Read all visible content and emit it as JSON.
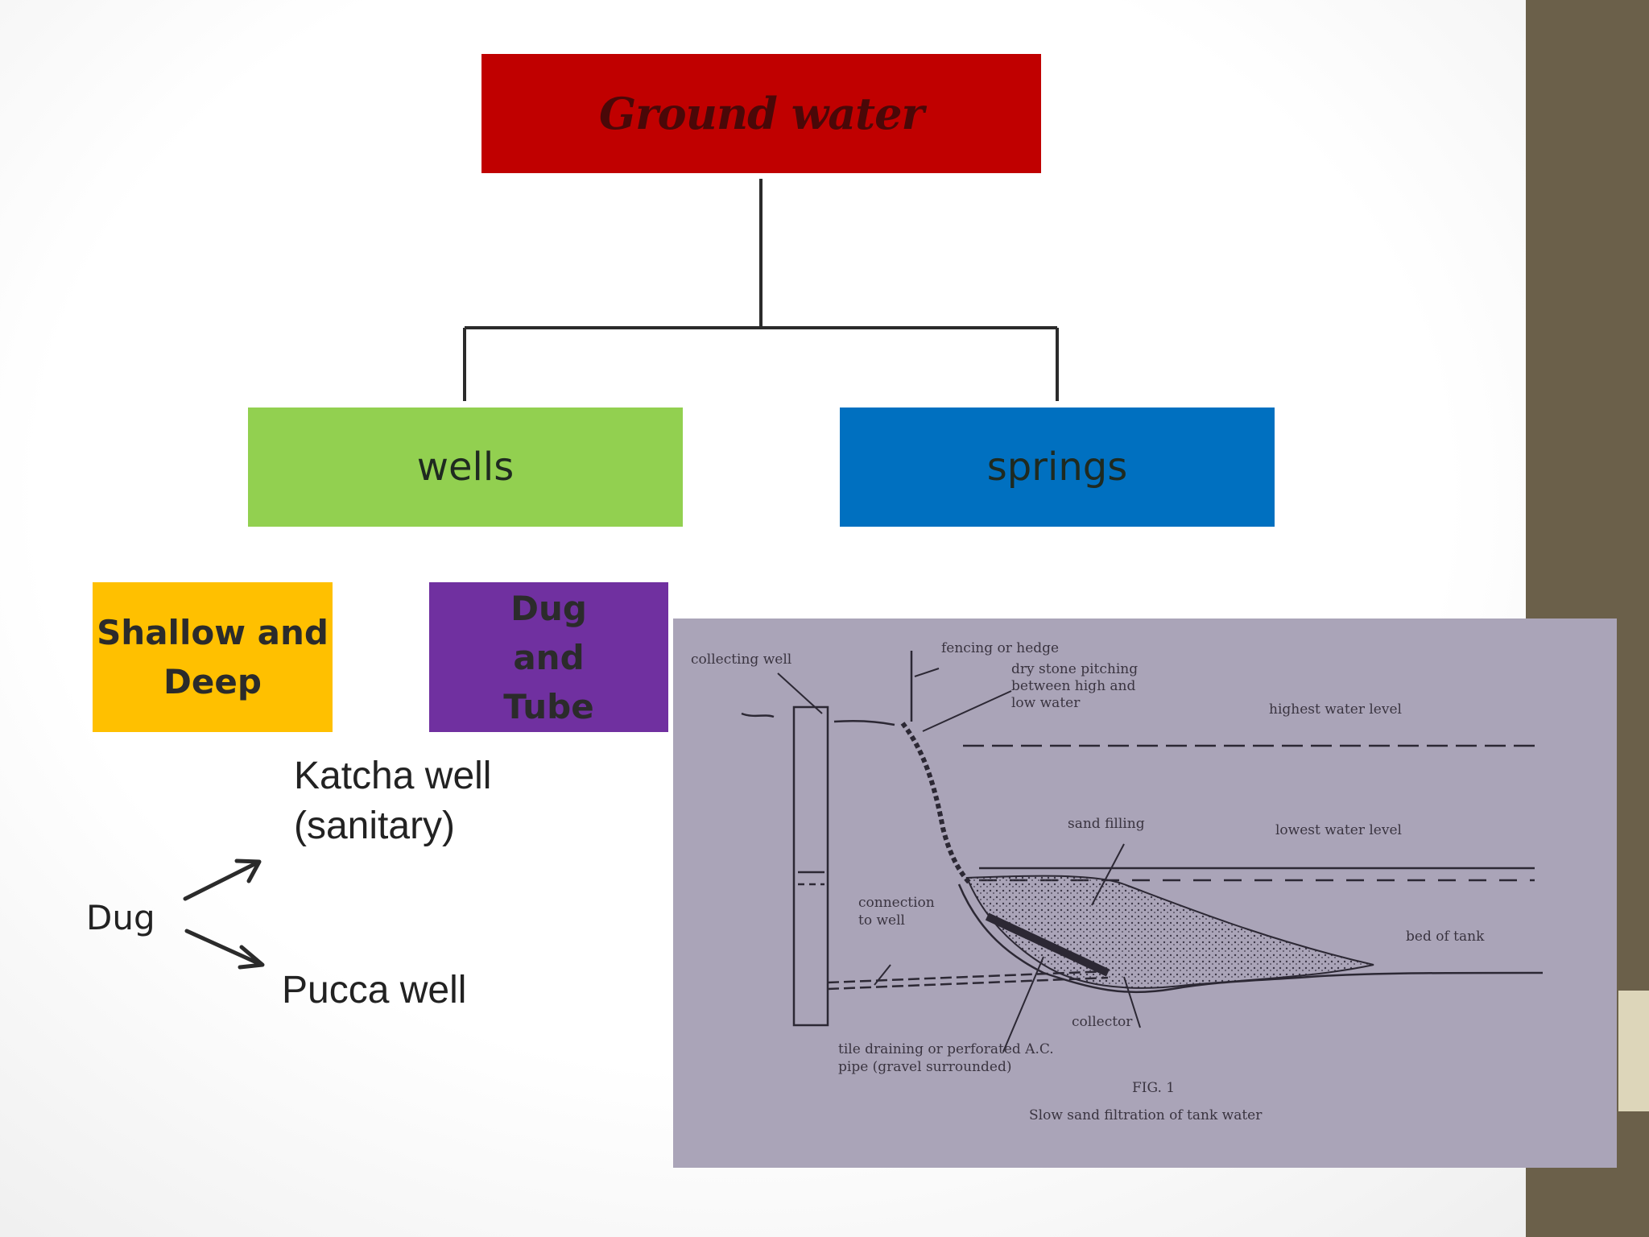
{
  "diagram": {
    "root": {
      "label": "Ground water",
      "color": "#c00000"
    },
    "children": [
      {
        "label": "wells",
        "color": "#92d050"
      },
      {
        "label": "springs",
        "color": "#0070c0"
      }
    ],
    "well_types": [
      {
        "label": "Shallow and\nDeep",
        "color": "#ffc000"
      },
      {
        "label": "Dug\nand\nTube",
        "color": "#7030a0"
      }
    ],
    "dug_branch": {
      "source": "Dug",
      "upper": "Katcha well\n(sanitary)",
      "lower": "Pucca well"
    }
  },
  "figure": {
    "caption_number": "FIG. 1",
    "caption": "Slow sand filtration of tank water",
    "labels": {
      "collecting_well": "collecting well",
      "fencing": "fencing or hedge",
      "pitching_1": "dry stone pitching",
      "pitching_2": "between high and",
      "pitching_3": "low water",
      "highest": "highest water level",
      "sand": "sand filling",
      "lowest": "lowest water level",
      "connection_1": "connection",
      "connection_2": "to well",
      "bed": "bed of tank",
      "collector": "collector",
      "tile_1": "tile draining or perforated A.C.",
      "tile_2": "pipe (gravel surrounded)"
    }
  },
  "theme": {
    "sidebar": "#6b604a",
    "sidebar_accent": "#ddd6ba"
  }
}
